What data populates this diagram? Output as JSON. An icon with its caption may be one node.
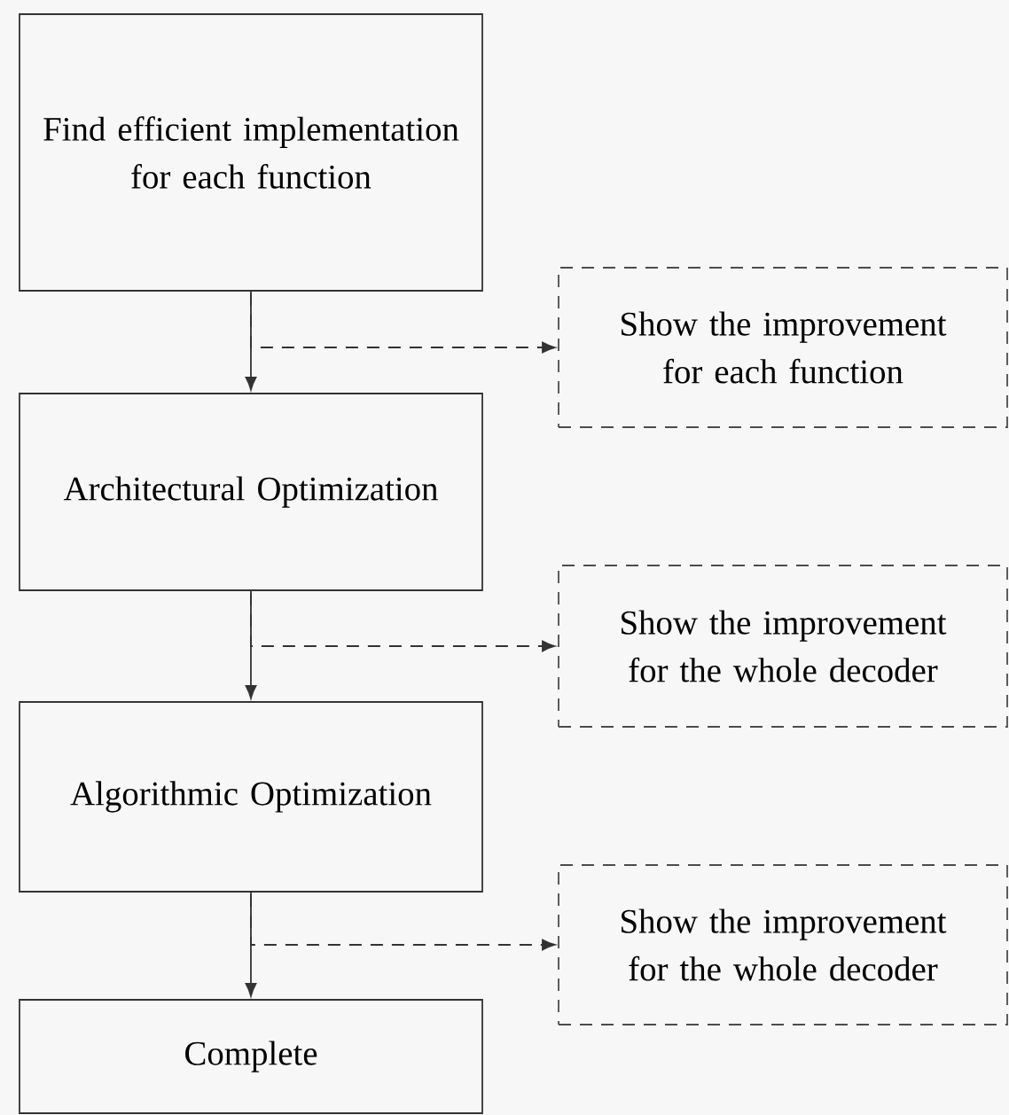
{
  "diagram": {
    "nodes": [
      {
        "text": [
          "Find efficient implementation for each function"
        ]
      },
      {
        "text": [
          "Show the improvement for each function"
        ]
      },
      {
        "text": [
          "Architectural Optimization"
        ]
      },
      {
        "text": [
          "Show the improvement for the whole decoder"
        ]
      },
      {
        "text": [
          "Algorithmic Optimization"
        ]
      },
      {
        "text": [
          "Show the improvement for the whole decoder"
        ]
      },
      {
        "text": [
          "Complete"
        ]
      }
    ],
    "edges": [
      {
        "from": 0,
        "to": 2,
        "arrow": "to"
      },
      {
        "from": 0,
        "to": 1,
        "arrow": "to",
        "style": "dashed"
      },
      {
        "from": 2,
        "to": 4,
        "arrow": "to"
      },
      {
        "from": 2,
        "to": 3,
        "arrow": "to",
        "style": "dashed"
      },
      {
        "from": 4,
        "to": 6,
        "arrow": "to"
      },
      {
        "from": 4,
        "to": 5,
        "arrow": "to",
        "style": "dashed"
      }
    ]
  }
}
